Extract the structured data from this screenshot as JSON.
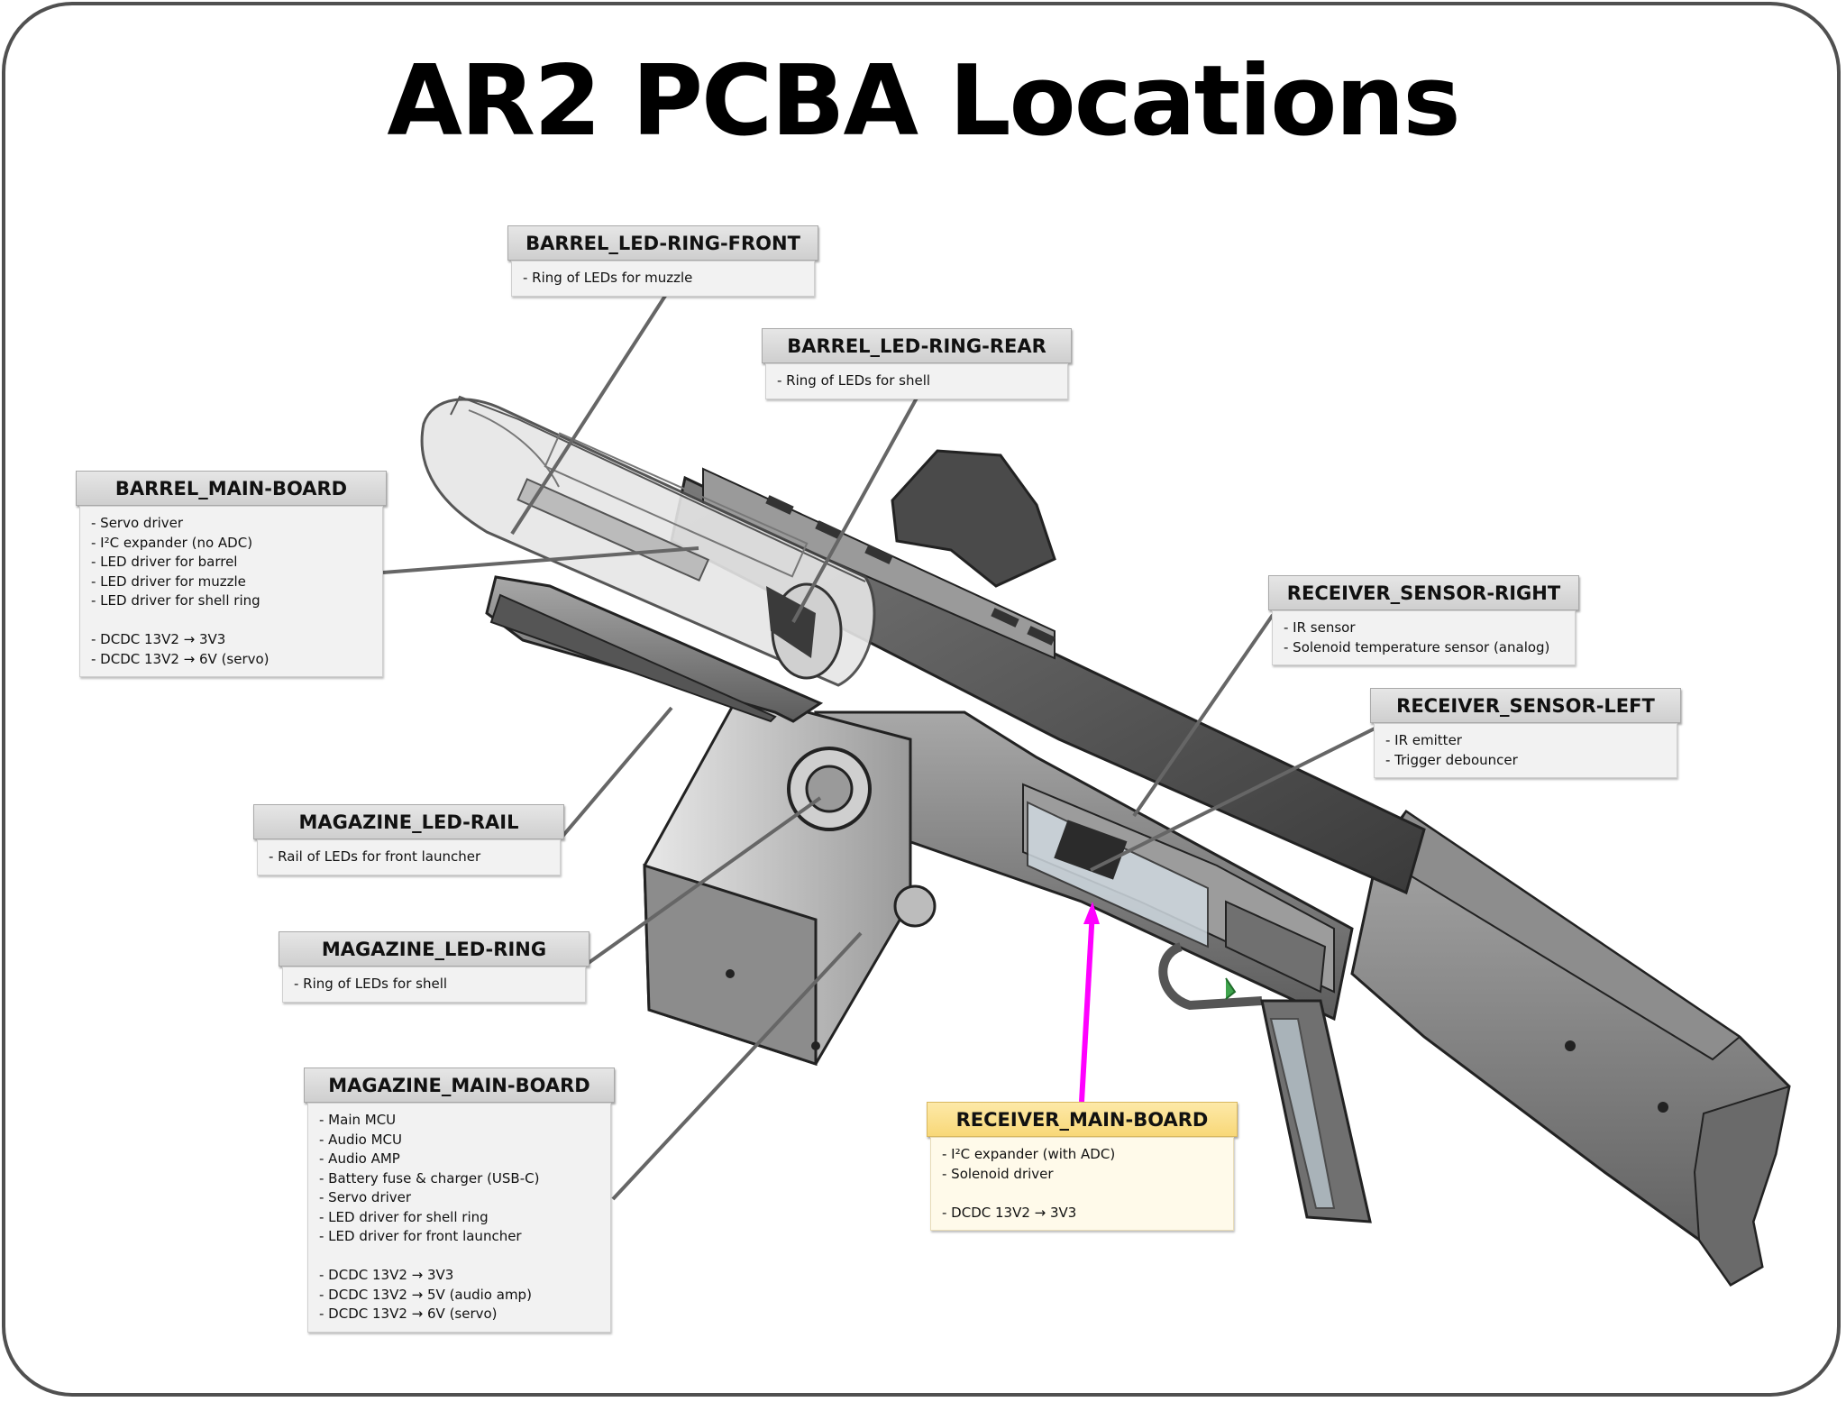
{
  "title": "AR2 PCBA Locations",
  "callouts": {
    "barrel_led_ring_front": {
      "name": "BARREL_LED-RING-FRONT",
      "lines": [
        "- Ring of LEDs for muzzle"
      ]
    },
    "barrel_led_ring_rear": {
      "name": "BARREL_LED-RING-REAR",
      "lines": [
        "- Ring of LEDs for shell"
      ]
    },
    "barrel_main_board": {
      "name": "BARREL_MAIN-BOARD",
      "lines": [
        "- Servo driver",
        "- I²C expander (no ADC)",
        "- LED driver for barrel",
        "- LED driver for muzzle",
        "- LED driver for shell ring",
        "",
        "- DCDC 13V2 → 3V3",
        "- DCDC 13V2 → 6V (servo)"
      ]
    },
    "receiver_sensor_right": {
      "name": "RECEIVER_SENSOR-RIGHT",
      "lines": [
        "- IR sensor",
        "- Solenoid temperature sensor (analog)"
      ]
    },
    "receiver_sensor_left": {
      "name": "RECEIVER_SENSOR-LEFT",
      "lines": [
        "- IR emitter",
        "- Trigger debouncer"
      ]
    },
    "magazine_led_rail": {
      "name": "MAGAZINE_LED-RAIL",
      "lines": [
        "- Rail of LEDs for front launcher"
      ]
    },
    "magazine_led_ring": {
      "name": "MAGAZINE_LED-RING",
      "lines": [
        "- Ring of LEDs for shell"
      ]
    },
    "magazine_main_board": {
      "name": "MAGAZINE_MAIN-BOARD",
      "lines": [
        "- Main MCU",
        "- Audio MCU",
        "- Audio AMP",
        "- Battery fuse & charger (USB-C)",
        "- Servo driver",
        "- LED driver for shell ring",
        "- LED driver for front launcher",
        "",
        "- DCDC 13V2 → 3V3",
        "- DCDC 13V2 → 5V (audio amp)",
        "- DCDC 13V2 → 6V (servo)"
      ]
    },
    "receiver_main_board": {
      "name": "RECEIVER_MAIN-BOARD",
      "lines": [
        "- I²C expander (with ADC)",
        "- Solenoid driver",
        "",
        "- DCDC 13V2 → 3V3"
      ]
    }
  },
  "colors": {
    "leader": "#666666",
    "highlight_leader": "#ff00ff",
    "highlight_header": "#f8d878"
  }
}
